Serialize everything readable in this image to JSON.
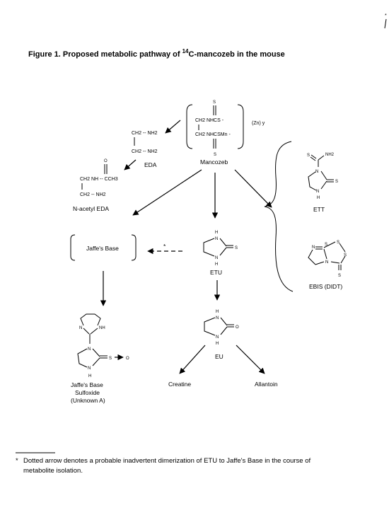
{
  "page_mark": "*",
  "figure": {
    "title_pre": "Figure 1.  Proposed metabolic pathway of ",
    "title_sup": "14",
    "title_post": "C-mancozeb in the mouse"
  },
  "mancozeb": {
    "s_top": "S",
    "line1": "CH2 NHCS -",
    "line2": "CH2 NHCSMn -",
    "s_bottom": "S",
    "suffix": "(Zn) y",
    "label": "Mancozeb"
  },
  "eda": {
    "top": "CH2 -- NH2",
    "bottom": "CH2 -- NH2",
    "label": "EDA"
  },
  "n_acetyl_eda": {
    "oxygen": "O",
    "line1": "CH2 NH -- CCH3",
    "line2": "CH2 -- NH2",
    "label": "N-acetyl EDA"
  },
  "ett": {
    "s_top": "S",
    "nh2": "NH2",
    "n_top": "N",
    "s_right": "S",
    "n_bottom": "N",
    "h": "H",
    "label": "ETT"
  },
  "ebis": {
    "n": "N",
    "s1": "S",
    "s2": "S",
    "s3": "S",
    "n2": "N",
    "s_bottom": "S",
    "label": "EBIS (DIDT)"
  },
  "jaffes_base": {
    "label": "Jaffe's Base",
    "star": "*"
  },
  "etu": {
    "h_top": "H",
    "n_top": "N",
    "s": "S",
    "n_bottom": "N",
    "h_bottom": "H",
    "label": "ETU"
  },
  "eu": {
    "h_top": "H",
    "n_top": "N",
    "o": "O",
    "n_bottom": "N",
    "h_bottom": "H",
    "label": "EU"
  },
  "sulfoxide": {
    "n": "N",
    "nh": "NH",
    "n2": "N",
    "s_o": "S",
    "o": "O",
    "n3": "N",
    "h": "H",
    "label_line1": "Jaffe's Base",
    "label_line2": "Sulfoxide",
    "label_line3": "(Unknown A)"
  },
  "creatine": {
    "label": "Creatine"
  },
  "allantoin": {
    "label": "Allantoin"
  },
  "footnote": {
    "mark": "*",
    "line1": "Dotted arrow denotes a probable inadvertent dimerization of ETU to Jaffe's Base in the course of",
    "line2": "metabolite isolation."
  }
}
